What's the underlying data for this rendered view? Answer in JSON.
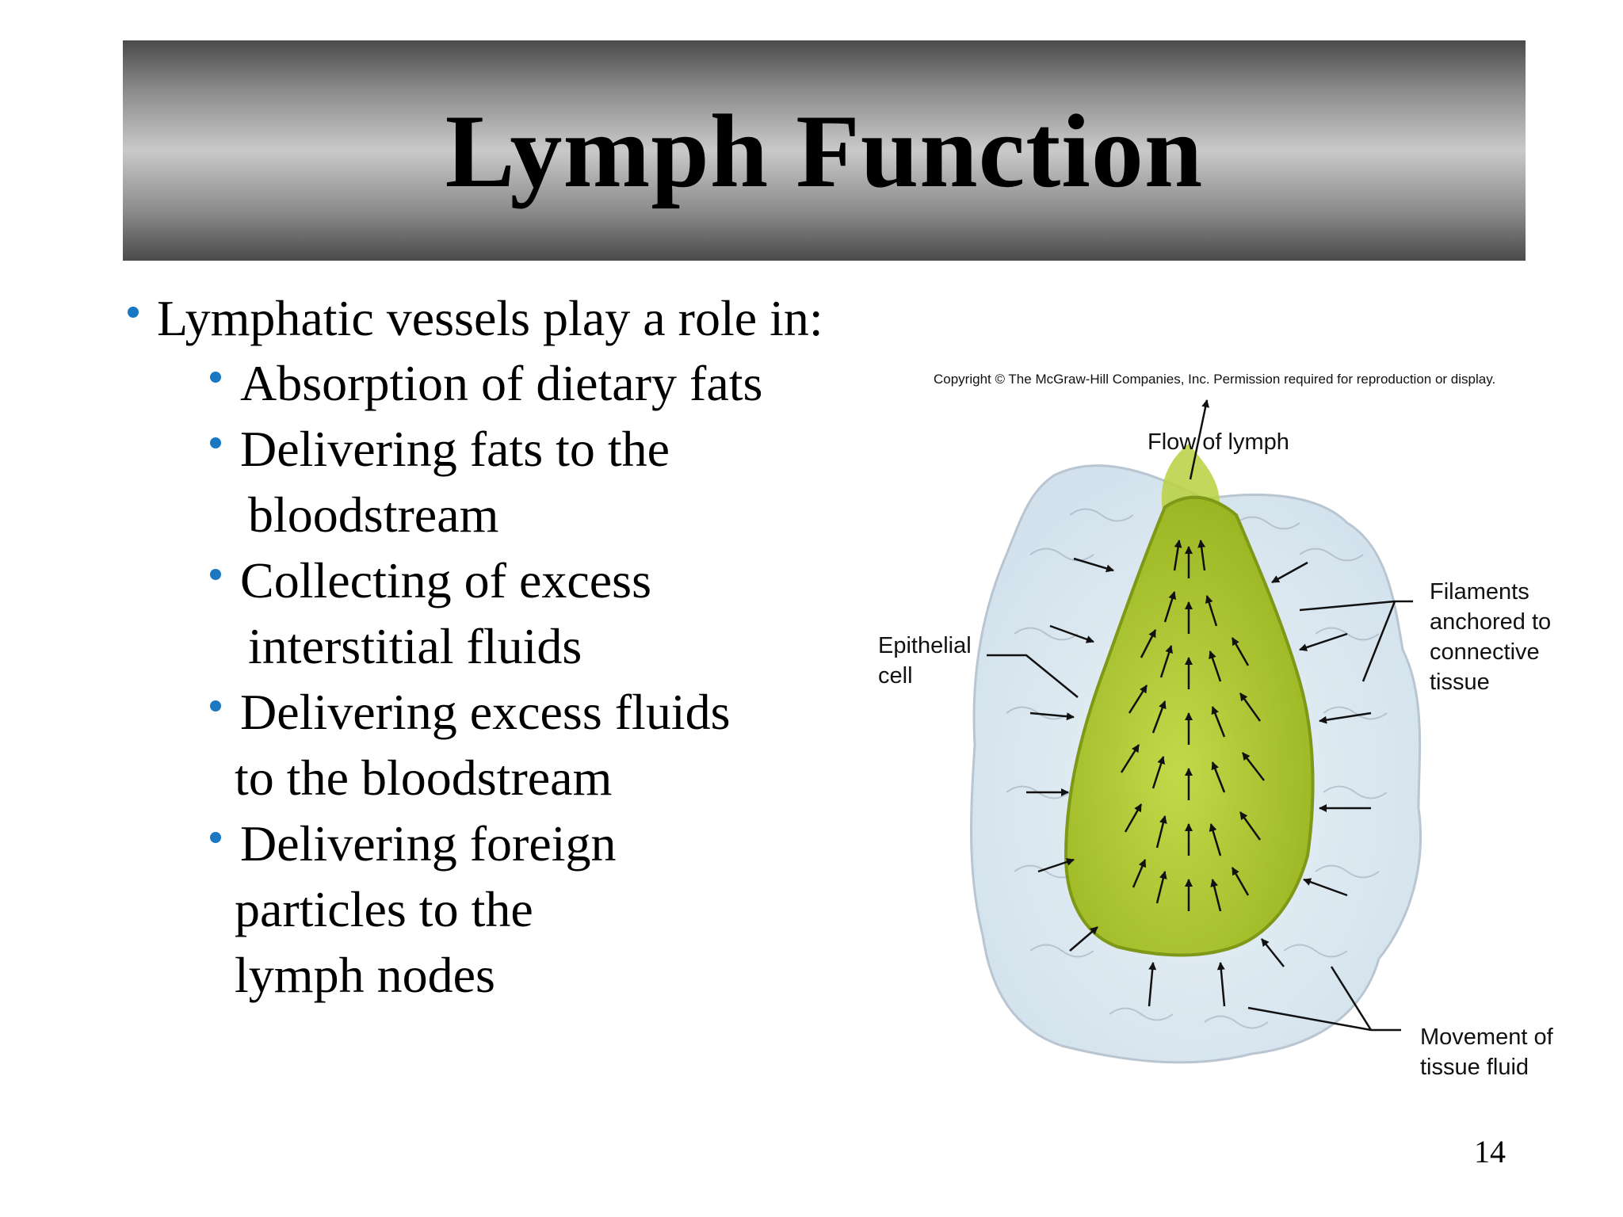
{
  "slide": {
    "title": "Lymph Function",
    "bullets": {
      "main": "Lymphatic vessels play a role in:",
      "items": [
        [
          "Absorption of dietary fats"
        ],
        [
          "Delivering fats to the",
          "bloodstream"
        ],
        [
          "Collecting of excess",
          "interstitial fluids"
        ],
        [
          "Delivering excess fluids",
          "to the bloodstream"
        ],
        [
          "Delivering foreign",
          "particles to the",
          "lymph nodes"
        ]
      ]
    },
    "figure": {
      "copyright": "Copyright © The McGraw-Hill Companies, Inc. Permission required for reproduction or display.",
      "labels": {
        "flow_of_lymph": "Flow of lymph",
        "filaments": [
          "Filaments",
          "anchored to",
          "connective",
          "tissue"
        ],
        "epithelial": [
          "Epithelial",
          "cell"
        ],
        "movement": [
          "Movement of",
          "tissue fluid"
        ]
      }
    },
    "page_number": "14",
    "colors": {
      "bullet": "#1a78c2",
      "vessel": "#a9c42a",
      "tissue": "#dfeaf2"
    }
  }
}
